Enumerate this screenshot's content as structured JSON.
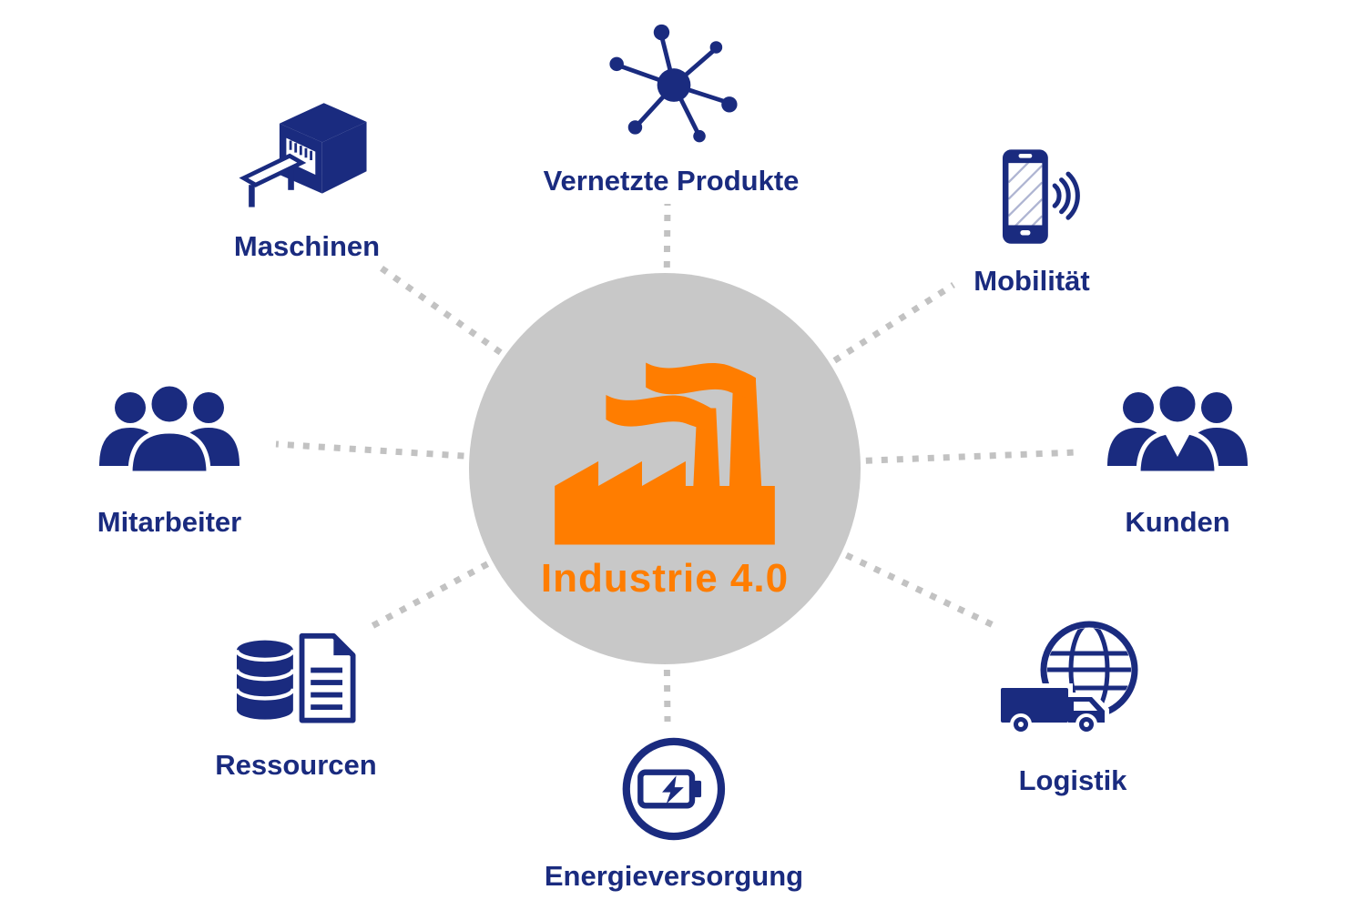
{
  "diagram": {
    "title": "Industrie 4.0",
    "center_icon": "factory-icon",
    "colors": {
      "primary_blue": "#1a2b7f",
      "accent_orange": "#ff7d00",
      "circle_gray": "#c8c8c8",
      "connector_gray": "#c2c2c2"
    },
    "nodes": [
      {
        "label": "Maschinen",
        "icon": "machine-icon"
      },
      {
        "label": "Vernetzte Produkte",
        "icon": "network-icon"
      },
      {
        "label": "Mobilität",
        "icon": "smartphone-icon"
      },
      {
        "label": "Mitarbeiter",
        "icon": "employees-icon"
      },
      {
        "label": "Kunden",
        "icon": "customers-icon"
      },
      {
        "label": "Ressourcen",
        "icon": "resources-icon"
      },
      {
        "label": "Energieversorgung",
        "icon": "battery-icon"
      },
      {
        "label": "Logistik",
        "icon": "logistics-icon"
      }
    ]
  }
}
